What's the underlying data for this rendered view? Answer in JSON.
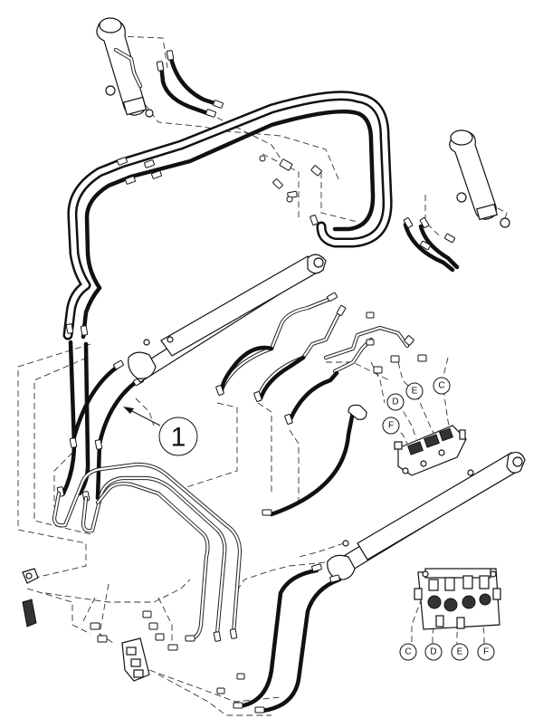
{
  "callouts": {
    "item_number": "1",
    "letters_upper": [
      "D",
      "E",
      "C",
      "F"
    ],
    "letters_lower": [
      "C",
      "D",
      "E",
      "F"
    ]
  }
}
